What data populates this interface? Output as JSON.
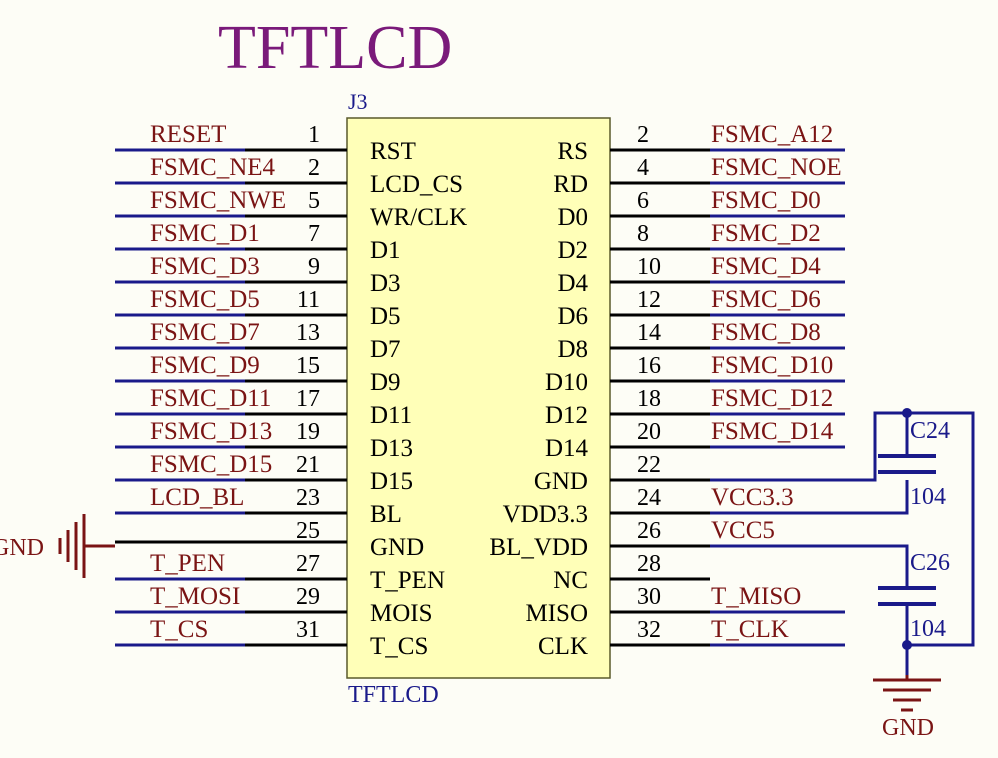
{
  "title": "TFTLCD",
  "colors": {
    "background": "#fdfdf6",
    "title": "#7a1a7a",
    "net": "#7a1414",
    "pin_number": "#000000",
    "pin_name": "#000000",
    "wire": "#1a1a8a",
    "pin_line": "#000000",
    "body_fill": "#ffffb8",
    "body_stroke": "#5a5a2a",
    "designator": "#1a1a8a",
    "ground": "#7a1414"
  },
  "component": {
    "designator": "J3",
    "comment": "TFTLCD",
    "left_pins": [
      {
        "net": "RESET",
        "num": "1",
        "name": "RST"
      },
      {
        "net": "FSMC_NE4",
        "num": "2",
        "name": "LCD_CS"
      },
      {
        "net": "FSMC_NWE",
        "num": "5",
        "name": "WR/CLK"
      },
      {
        "net": "FSMC_D1",
        "num": "7",
        "name": "D1"
      },
      {
        "net": "FSMC_D3",
        "num": "9",
        "name": "D3"
      },
      {
        "net": "FSMC_D5",
        "num": "11",
        "name": "D5"
      },
      {
        "net": "FSMC_D7",
        "num": "13",
        "name": "D7"
      },
      {
        "net": "FSMC_D9",
        "num": "15",
        "name": "D9"
      },
      {
        "net": "FSMC_D11",
        "num": "17",
        "name": "D11"
      },
      {
        "net": "FSMC_D13",
        "num": "19",
        "name": "D13"
      },
      {
        "net": "FSMC_D15",
        "num": "21",
        "name": "D15"
      },
      {
        "net": "LCD_BL",
        "num": "23",
        "name": "BL"
      },
      {
        "net": "",
        "num": "25",
        "name": "GND"
      },
      {
        "net": "T_PEN",
        "num": "27",
        "name": "T_PEN"
      },
      {
        "net": "T_MOSI",
        "num": "29",
        "name": "MOIS"
      },
      {
        "net": "T_CS",
        "num": "31",
        "name": "T_CS"
      }
    ],
    "right_pins": [
      {
        "net": "FSMC_A12",
        "num": "2",
        "name": "RS"
      },
      {
        "net": "FSMC_NOE",
        "num": "4",
        "name": "RD"
      },
      {
        "net": "FSMC_D0",
        "num": "6",
        "name": "D0"
      },
      {
        "net": "FSMC_D2",
        "num": "8",
        "name": "D2"
      },
      {
        "net": "FSMC_D4",
        "num": "10",
        "name": "D4"
      },
      {
        "net": "FSMC_D6",
        "num": "12",
        "name": "D6"
      },
      {
        "net": "FSMC_D8",
        "num": "14",
        "name": "D8"
      },
      {
        "net": "FSMC_D10",
        "num": "16",
        "name": "D10"
      },
      {
        "net": "FSMC_D12",
        "num": "18",
        "name": "D12"
      },
      {
        "net": "FSMC_D14",
        "num": "20",
        "name": "D14"
      },
      {
        "net": "",
        "num": "22",
        "name": "GND"
      },
      {
        "net": "VCC3.3",
        "num": "24",
        "name": "VDD3.3"
      },
      {
        "net": "VCC5",
        "num": "26",
        "name": "BL_VDD"
      },
      {
        "net": "",
        "num": "28",
        "name": "NC"
      },
      {
        "net": "T_MISO",
        "num": "30",
        "name": "MISO"
      },
      {
        "net": "T_CLK",
        "num": "32",
        "name": "CLK"
      }
    ]
  },
  "capacitors": [
    {
      "designator": "C24",
      "value": "104"
    },
    {
      "designator": "C26",
      "value": "104"
    }
  ],
  "grounds": {
    "left_label": "GND",
    "bottom_label": "GND"
  }
}
